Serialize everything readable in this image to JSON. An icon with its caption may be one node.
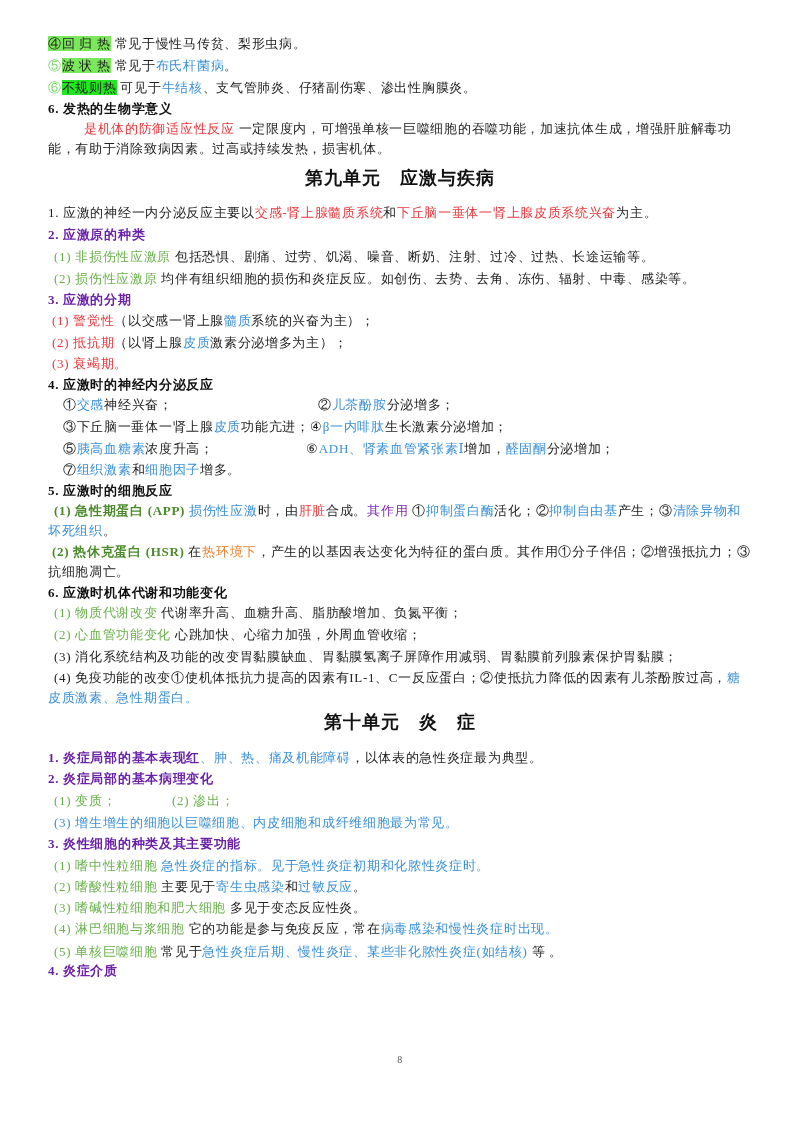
{
  "diagram": {
    "labels": [
      "④回 归 热 常见于慢性马传贫、梨形虫病。",
      "⑤波 状 热 常见于布氏杆菌病。",
      "⑥不规则热 可见于牛结核、支气管肺炎、仔猪副伤寒、渗出性胸膜炎。",
      "6. 发热的生物学意义",
      "是机体的防御适应性反应 一定限度内，可增强单核一巨噬细胞的吞噬功能，加速抗体生成，增强肝脏解毒功能，有助于消除致病因素。过高或持续发热，损害机体。",
      "第九单元　应激与疾病",
      "1. 应激的神经一内分泌反应主要以交感-肾上腺髓质系统和下丘脑一垂体一肾上腺皮质系统兴奋为主。",
      "2. 应激原的种类",
      "(1) 非损伤性应激原 包括恐惧、剧痛、过劳、饥渴、噪音、断奶、注射、过冷、过热、长途运输等。",
      "(2) 损伤性应激原 均伴有组织细胞的损伤和炎症反应。如创伤、去势、去角、冻伤、辐射、中毒、感染等。",
      "3. 应激的分期",
      "(1) 警觉性（以交感一肾上腺髓质系统的兴奋为主）；",
      "(2) 抵抗期（以肾上腺皮质激素分泌增多为主）；",
      "(3) 衰竭期。",
      "4. 应激时的神经内分泌反应",
      "①交感神经兴奋；",
      "②儿茶酚胺分泌增多；",
      "③下丘脑一垂体一肾上腺皮质功能亢进；",
      "④β一内啡肽生长激素分泌增加；",
      "⑤胰高血糖素浓度升高；",
      "⑥ADH、肾素血管紧张素Ⅰ增加，醛固酮分泌增加；",
      "⑦组织激素和细胞因子增多。",
      "5. 应激时的细胞反应",
      "(1) 急性期蛋白 (APP) 损伤性应激时，由肝脏合成。其作用 ①抑制蛋白酶活化；②抑制自由基产生；③清除异物和坏死组织。",
      "(2) 热休克蛋白 (HSR) 在热环境下，产生的以基因表达变化为特征的蛋白质。其作用①分子伴侣；②增强抵抗力；③抗细胞凋亡。",
      "6. 应激时机体代谢和功能变化",
      "(1) 物质代谢改变 代谢率升高、血糖升高、脂肪酸增加、负氮平衡；",
      "(2) 心血管功能变化 心跳加快、心缩力加强，外周血管收缩；",
      "(3) 消化系统结构及功能的改变胃黏膜缺血、胃黏膜氢离子屏障作用减弱、胃黏膜前列腺素保护胃黏膜；",
      "(4) 免疫功能的改变①使机体抵抗力提高的因素有IL-1、C一反应蛋白；②使抵抗力降低的因素有儿茶酚胺过高，糖皮质激素、急性期蛋白。",
      "第十单元　炎　症",
      "1. 炎症局部的基本表现红、肿、热、痛及机能障碍，以体表的急性炎症最为典型。",
      "2. 炎症局部的基本病理变化",
      "(1) 变质；",
      "(2) 渗出；",
      "(3) 增生增生的细胞以巨噬细胞、内皮细胞和成纤维细胞最为常见。",
      "3. 炎性细胞的种类及其主要功能",
      "(1) 嗜中性粒细胞 急性炎症的指标。见于急性炎症初期和化脓性炎症时。",
      "(2) 嗜酸性粒细胞 主要见于寄生虫感染和过敏反应。",
      "(3) 嗜碱性粒细胞和肥大细胞 多见于变态反应性炎。",
      "(4) 淋巴细胞与浆细胞 它的功能是参与免疫反应，常在病毒感染和慢性炎症时出现。",
      "(5) 单核巨噬细胞 常见于急性炎症后期、慢性炎症、某些非化脓性炎症(如结核) 等 。",
      "4. 炎症介质",
      "8"
    ]
  }
}
